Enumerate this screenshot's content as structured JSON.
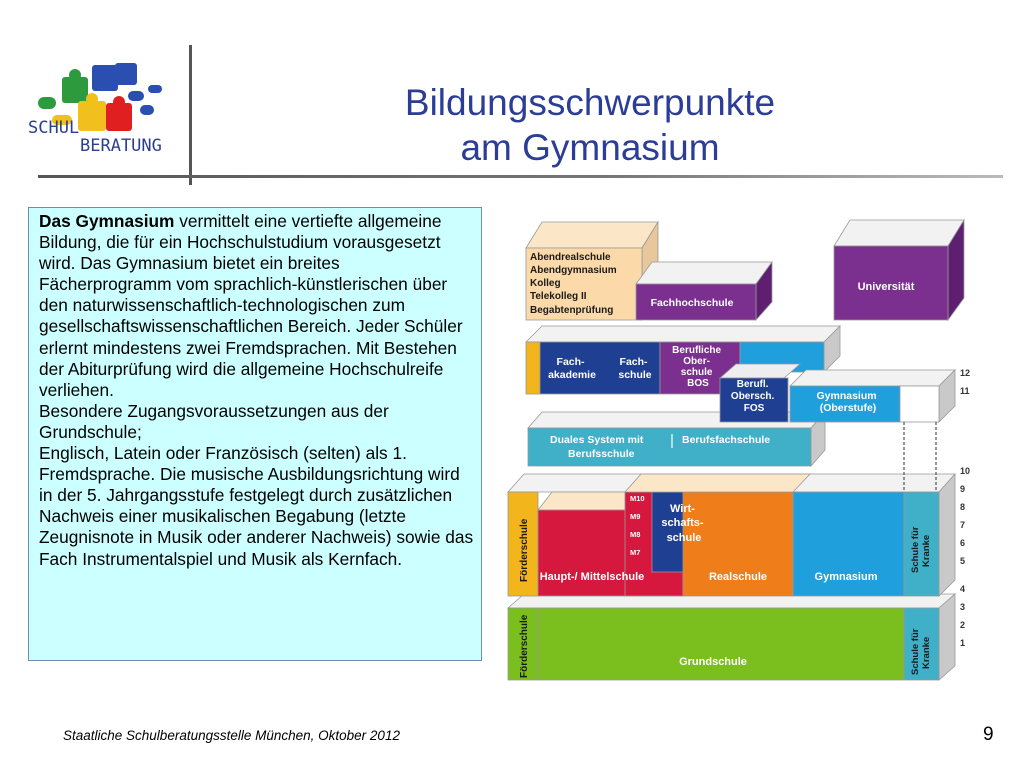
{
  "title": {
    "line1": "Bildungsschwerpunkte",
    "line2": "am Gymnasium"
  },
  "logo": {
    "text_line1": "SCHUL",
    "text_line2": "BERATUNG"
  },
  "textbox": {
    "bold_lead": "Das Gymnasium",
    "body": " vermittelt eine vertiefte allgemeine Bildung, die für ein Hochschulstudium vorausgesetzt wird. Das Gymnasium bietet ein breites Fächerprogramm vom sprachlich-künstlerischen über den naturwissenschaftlich-technologischen zum gesellschaftswissenschaftlichen Bereich. Jeder Schüler erlernt mindestens zwei Fremdsprachen. Mit Bestehen der Abiturprüfung wird die allgemeine Hochschulreife verliehen.",
    "line2": "Besondere Zugangsvoraussetzungen aus der Grundschule;",
    "line3": "Englisch, Latein oder Französisch (selten) als 1. Fremdsprache. Die musische Ausbildungsrichtung wird in der 5. Jahrgangsstufe festgelegt durch zusätzlichen Nachweis einer musikalischen Begabung (letzte Zeugnisnote in Musik oder anderer Nachweis) sowie das Fach Instrumentalspiel und Musik als Kernfach."
  },
  "diagram": {
    "abendrealschule": [
      "Abendrealschule",
      "Abendgymnasium",
      "Kolleg",
      "Telekolleg II",
      "Begabtenprüfung"
    ],
    "fachhochschule": "Fachhochschule",
    "universitaet": "Universität",
    "fachakademie": [
      "Fach-",
      "akademie"
    ],
    "fachschule": [
      "Fach-",
      "schule"
    ],
    "bos": [
      "Berufliche",
      "Ober-",
      "schule",
      "BOS"
    ],
    "fos": [
      "Berufl.",
      "Obersch.",
      "FOS"
    ],
    "gym_oberstufe": [
      "Gymnasium",
      "(Oberstufe)"
    ],
    "duales_system": [
      "Duales System mit",
      "Berufsschule"
    ],
    "berufsfachschule": "Berufsfachschule",
    "m_classes": [
      "M10",
      "M9",
      "M8",
      "M7"
    ],
    "wirtschaftsschule": [
      "Wirt-",
      "schafts-",
      "schule"
    ],
    "hauptschule": "Haupt-/ Mittelschule",
    "realschule": "Realschule",
    "gymnasium": "Gymnasium",
    "foerderschule": "Förderschule",
    "schule_kranke": [
      "Schule für",
      "Kranke"
    ],
    "grundschule": "Grundschule",
    "grades": [
      "12",
      "11",
      "10",
      "9",
      "8",
      "7",
      "6",
      "5",
      "4",
      "3",
      "2",
      "1"
    ],
    "colors": {
      "orange_light": "#fcd9a8",
      "purple": "#7b2f8e",
      "navy": "#1f3f93",
      "yellow": "#f2b51c",
      "sky": "#1fa0dc",
      "teal": "#3fb0c8",
      "red": "#d6183f",
      "orange": "#ef7d1a",
      "green": "#7bbf1f"
    }
  },
  "footer": "Staatliche Schulberatungsstelle München, Oktober 2012",
  "page_number": "9"
}
